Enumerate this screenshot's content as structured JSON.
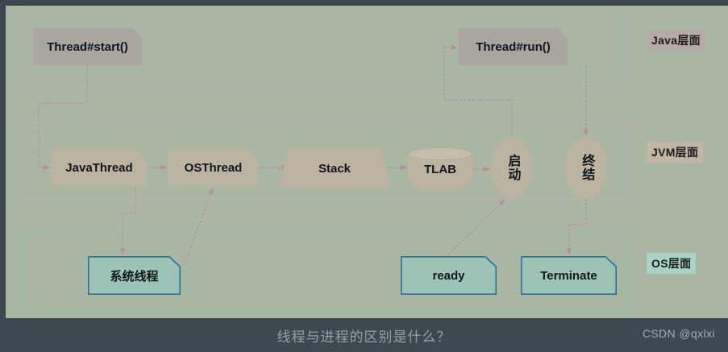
{
  "diagram": {
    "title_caption": "线程与进程的区别是什么？",
    "watermark": "CSDN @qxlxi",
    "background_color": "#a8b6a2",
    "connector_color": "#b8899a",
    "layers": [
      {
        "id": "java",
        "badge_label": "Java层面",
        "badge_color": "#b5aaa6",
        "border_color": "#c2aeab"
      },
      {
        "id": "jvm",
        "badge_label": "JVM层面",
        "badge_color": "#c3b5a4",
        "border_color": "#c2aeab"
      },
      {
        "id": "os",
        "badge_label": "OS层面",
        "badge_color": "#a8d2c5",
        "border_color": "#8fc0b4"
      }
    ],
    "nodes": {
      "thread_start": {
        "label": "Thread#start()",
        "shape": "note",
        "layer": "java"
      },
      "thread_run": {
        "label": "Thread#run()",
        "shape": "note",
        "layer": "java"
      },
      "javathread": {
        "label": "JavaThread",
        "shape": "note",
        "layer": "jvm"
      },
      "osthread": {
        "label": "OSThread",
        "shape": "note",
        "layer": "jvm"
      },
      "stack": {
        "label": "Stack",
        "shape": "trapezoid",
        "layer": "jvm"
      },
      "tlab": {
        "label": "TLAB",
        "shape": "cylinder",
        "layer": "jvm"
      },
      "qidong": {
        "label": "启动",
        "shape": "ellipse",
        "layer": "jvm"
      },
      "zhongjie": {
        "label": "终结",
        "shape": "ellipse",
        "layer": "jvm"
      },
      "sys_thread": {
        "label": "系统线程",
        "shape": "note",
        "layer": "os"
      },
      "ready": {
        "label": "ready",
        "shape": "note",
        "layer": "os"
      },
      "terminate": {
        "label": "Terminate",
        "shape": "note",
        "layer": "os"
      }
    },
    "edges": [
      {
        "from": "thread_start",
        "to": "javathread",
        "style": "dotted-orthogonal"
      },
      {
        "from": "javathread",
        "to": "osthread",
        "style": "dotted-straight"
      },
      {
        "from": "osthread",
        "to": "stack",
        "style": "dotted-straight"
      },
      {
        "from": "stack",
        "to": "tlab",
        "style": "dotted-straight"
      },
      {
        "from": "tlab",
        "to": "qidong",
        "style": "dotted-straight"
      },
      {
        "from": "javathread",
        "to": "sys_thread",
        "style": "dotted-orthogonal"
      },
      {
        "from": "sys_thread",
        "to": "osthread",
        "style": "dotted-diagonal"
      },
      {
        "from": "qidong",
        "to": "thread_run",
        "style": "dotted-orthogonal"
      },
      {
        "from": "thread_run",
        "to": "zhongjie",
        "style": "dotted-orthogonal"
      },
      {
        "from": "ready",
        "to": "qidong",
        "style": "dotted-diagonal"
      },
      {
        "from": "zhongjie",
        "to": "terminate",
        "style": "dotted-orthogonal"
      }
    ]
  }
}
